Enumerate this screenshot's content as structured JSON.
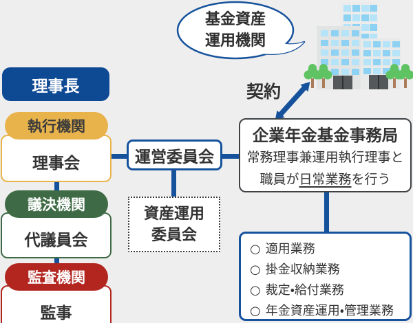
{
  "palette": {
    "background": "#eeeeee",
    "primary_blue": "#16529c",
    "navy_box": "#0e4994",
    "orange": "#e9b34c",
    "green": "#3e6b45",
    "red": "#b2261f",
    "text_dark": "#333333",
    "secretariat_border": "#3f4245",
    "window_blue_light": "#b5e3f8",
    "window_blue_mid": "#8ed2f3",
    "tree_green": "#5fc363"
  },
  "chairman": {
    "label": "理事長"
  },
  "organs": [
    {
      "header": "執行機関",
      "body": "理事会",
      "accent": "#e9b34c",
      "header_text_color": "#3b3b3b"
    },
    {
      "header": "議決機関",
      "body": "代議員会",
      "accent": "#3e6b45",
      "header_text_color": "#ffffff"
    },
    {
      "header": "監査機関",
      "body": "監事",
      "accent": "#b2261f",
      "header_text_color": "#ffffff"
    }
  ],
  "steering_committee": {
    "label": "運営委員会"
  },
  "asset_committee": {
    "line1": "資産運用",
    "line2": "委員会"
  },
  "secretariat": {
    "title": "企業年金基金事務局",
    "desc_line1": "常務理事兼運用執行理事と",
    "desc_line2_pre": "職員が",
    "desc_line2_underlined": "日常業務",
    "desc_line2_post": "を行う"
  },
  "tasks": {
    "bullet": "○",
    "items": [
      "適用業務",
      "掛金収納業務",
      "裁定・給付業務",
      "年金資産運用・管理業務"
    ]
  },
  "bubble": {
    "line1": "基金資産",
    "line2": "運用機関"
  },
  "contract_label": "契約"
}
